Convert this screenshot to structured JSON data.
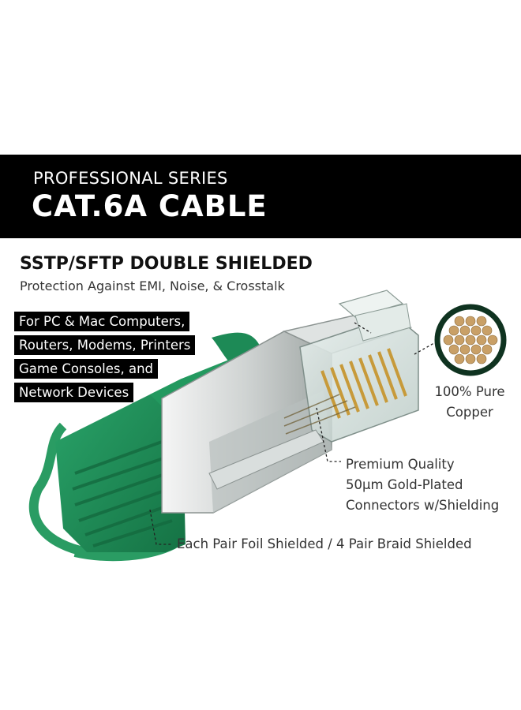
{
  "banner": {
    "subtitle": "PROFESSIONAL SERIES",
    "title": "CAT.6A CABLE"
  },
  "headline": "SSTP/SFTP DOUBLE SHIELDED",
  "subheadline": "Protection Against EMI, Noise, & Crosstalk",
  "compatibility": [
    "For PC & Mac Computers,",
    "Routers, Modems, Printers",
    "Game Consoles, and",
    "Network Devices"
  ],
  "callouts": {
    "copper": [
      "100% Pure",
      "Copper"
    ],
    "connectors": [
      "Premium Quality",
      "50µm Gold-Plated",
      "Connectors w/Shielding"
    ],
    "shielding": "Each Pair Foil Shielded / 4 Pair Braid Shielded"
  },
  "colors": {
    "cable_green": "#1f8f5a",
    "banner": "#000000",
    "copper": "#c9a067",
    "copper_ring": "#0f3320"
  },
  "icons": [
    "rj45-connector-illustration",
    "copper-strand-cross-section-icon"
  ]
}
